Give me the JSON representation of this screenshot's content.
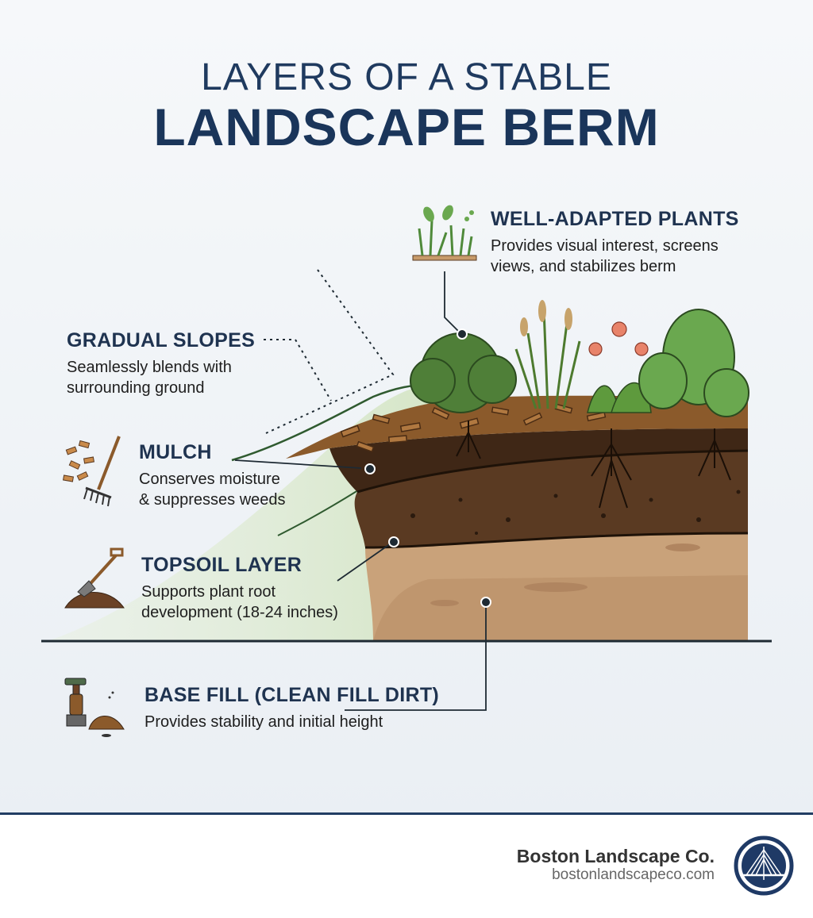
{
  "title": {
    "line1": "LAYERS OF A STABLE",
    "line2": "LANDSCAPE BERM"
  },
  "labels": {
    "plants": {
      "heading": "WELL-ADAPTED PLANTS",
      "desc_line1": "Provides visual interest, screens",
      "desc_line2": "views, and stabilizes berm",
      "icon": "plants-icon"
    },
    "slopes": {
      "heading": "GRADUAL SLOPES",
      "desc_line1": "Seamlessly blends with",
      "desc_line2": "surrounding ground"
    },
    "mulch": {
      "heading": "MULCH",
      "desc_line1": "Conserves moisture",
      "desc_line2": "& suppresses weeds",
      "icon": "mulch-rake-icon"
    },
    "topsoil": {
      "heading": "TOPSOIL LAYER",
      "desc_line1": "Supports plant root",
      "desc_line2": "development (18-24 inches)",
      "icon": "shovel-soil-icon"
    },
    "basefill": {
      "heading": "BASE FILL (CLEAN FILL DIRT)",
      "desc_line1": "Provides stability and initial height",
      "icon": "plate-compactor-icon"
    }
  },
  "brand": {
    "name": "Boston Landscape Co.",
    "url": "bostonlandscapeco.com",
    "logo": "bridge-logo-icon"
  },
  "colors": {
    "title": "#1a355a",
    "mulch": "#8b5a2b",
    "topsoil": "#5a3a22",
    "basefill": "#c9a27a",
    "plants": "#4f8a3a",
    "footer_rule": "#213d63"
  }
}
